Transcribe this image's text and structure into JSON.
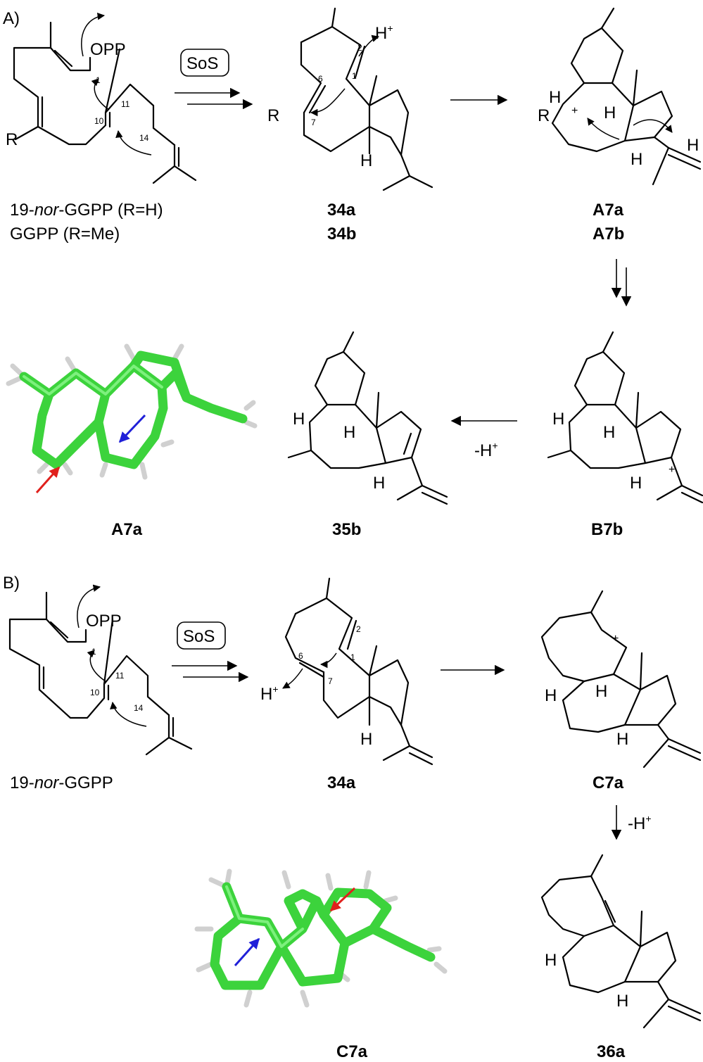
{
  "panels": {
    "a_label": "A)",
    "b_label": "B)"
  },
  "reagents": {
    "sos": "SoS",
    "sos_b": "SoS",
    "minus_h": "-H",
    "minus_h_b": "-H",
    "plus": "+"
  },
  "atoms": {
    "opp": "OPP",
    "opp_b": "OPP",
    "r": "R",
    "h": "H",
    "h_plus": "H"
  },
  "numbers": {
    "n1": "1",
    "n2": "2",
    "n6": "6",
    "n7": "7",
    "n10": "10",
    "n11": "11",
    "n14": "14"
  },
  "compounds": {
    "start_a_line1_pre": "19-",
    "start_a_line1_it": "nor",
    "start_a_line1_post": "-GGPP (R=H)",
    "start_a_line2": "GGPP (R=Me)",
    "c34a": "34a",
    "c34b": "34b",
    "a7a": "A7a",
    "a7b": "A7b",
    "a7a_model": "A7a",
    "c35b": "35b",
    "b7b": "B7b",
    "start_b_pre": "19-",
    "start_b_it": "nor",
    "start_b_post": "-GGPP",
    "c34a_b": "34a",
    "c7a": "C7a",
    "c7a_model": "C7a",
    "c36a": "36a"
  },
  "colors": {
    "model_green": "#3cd33c",
    "arrow_red": "#e0201c",
    "arrow_blue": "#2020d8"
  }
}
